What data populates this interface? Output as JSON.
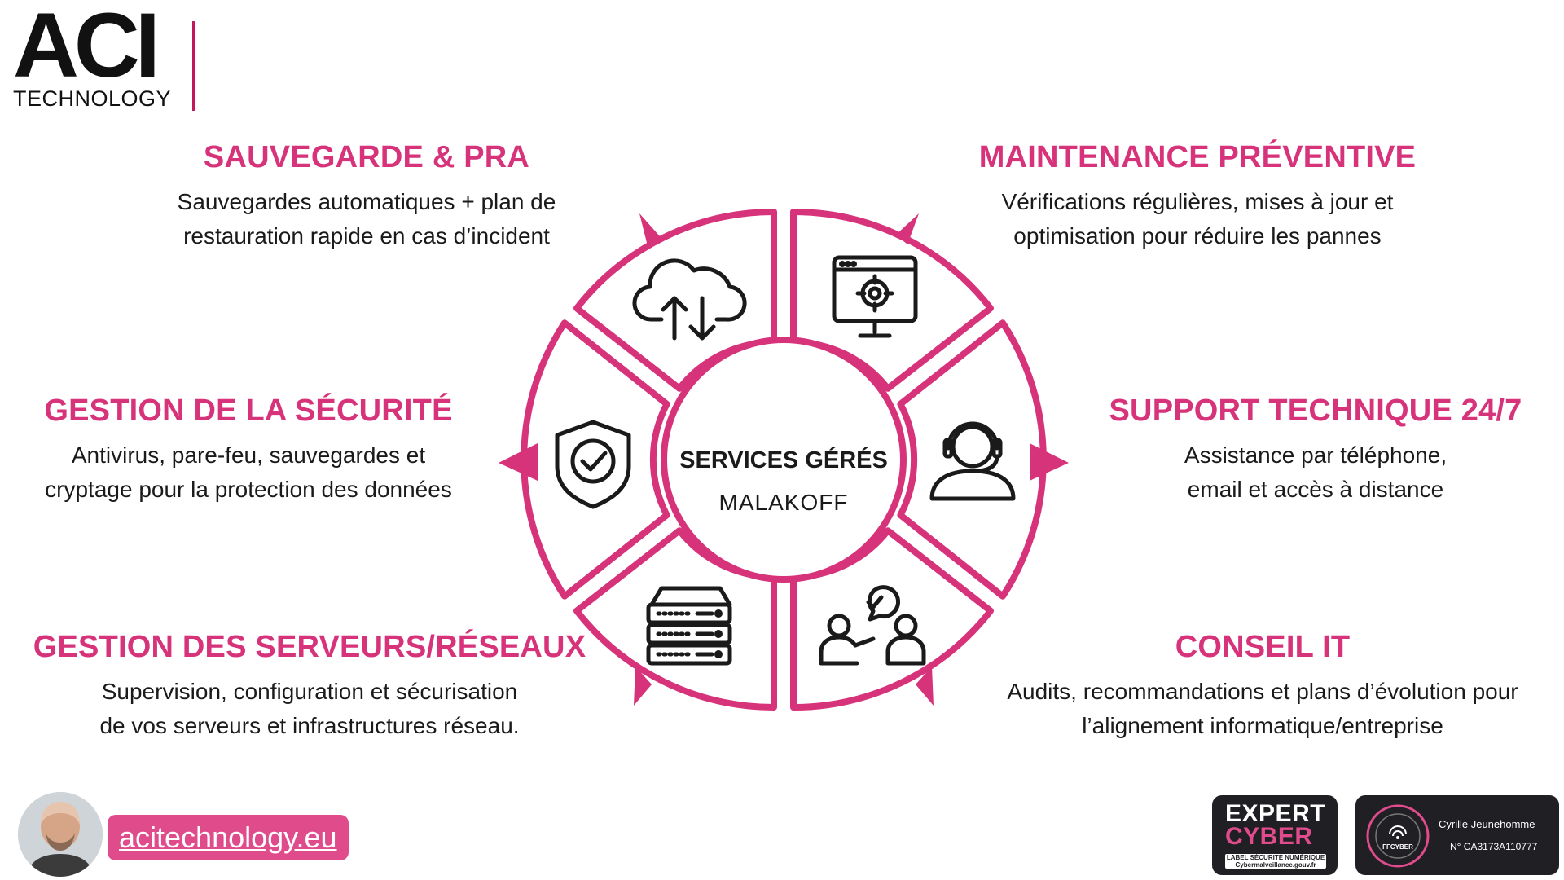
{
  "logo": {
    "aci": "ACI",
    "technology": "TECHNOLOGY"
  },
  "colors": {
    "accent": "#d6337a",
    "wheel": "#d6337a",
    "text": "#1a1a1a",
    "badge_bg": "#1f1f24"
  },
  "center": {
    "title": "SERVICES GÉRÉS",
    "subtitle": "MALAKOFF"
  },
  "services": [
    {
      "id": "sauvegarde",
      "icon": "cloud-sync-icon",
      "title": "SAUVEGARDE & PRA",
      "line1": "Sauvegardes automatiques + plan de",
      "line2": "restauration rapide en cas d’incident"
    },
    {
      "id": "maintenance",
      "icon": "monitor-target-icon",
      "title": "MAINTENANCE PRÉVENTIVE",
      "line1": "Vérifications régulières, mises à jour et",
      "line2": "optimisation pour réduire les pannes"
    },
    {
      "id": "securite",
      "icon": "shield-check-icon",
      "title": "GESTION DE LA SÉCURITÉ",
      "line1": "Antivirus, pare-feu, sauvegardes et",
      "line2": "cryptage pour la protection des données"
    },
    {
      "id": "support",
      "icon": "headset-user-icon",
      "title": "SUPPORT TECHNIQUE 24/7",
      "line1": "Assistance par téléphone,",
      "line2": "email et accès à distance"
    },
    {
      "id": "serveurs",
      "icon": "server-rack-icon",
      "title": "GESTION DES SERVEURS/RÉSEAUX",
      "line1": "Supervision, configuration et sécurisation",
      "line2": "de vos serveurs et infrastructures réseau."
    },
    {
      "id": "conseil",
      "icon": "consulting-people-icon",
      "title": "CONSEIL IT",
      "line1": "Audits, recommandations et plans d’évolution pour",
      "line2": "l’alignement informatique/entreprise"
    }
  ],
  "footer": {
    "website": "acitechnology.eu",
    "badge_expert": {
      "line1": "EXPERT",
      "line2": "CYBER",
      "label": "LABEL SÉCURITÉ NUMÉRIQUE",
      "url": "Cybermalveillance.gouv.fr"
    },
    "badge_ffcyber": {
      "seal": "FFCYBER",
      "name": "Cyrille Jeunehomme",
      "number": "N° CA3173A110777"
    }
  }
}
